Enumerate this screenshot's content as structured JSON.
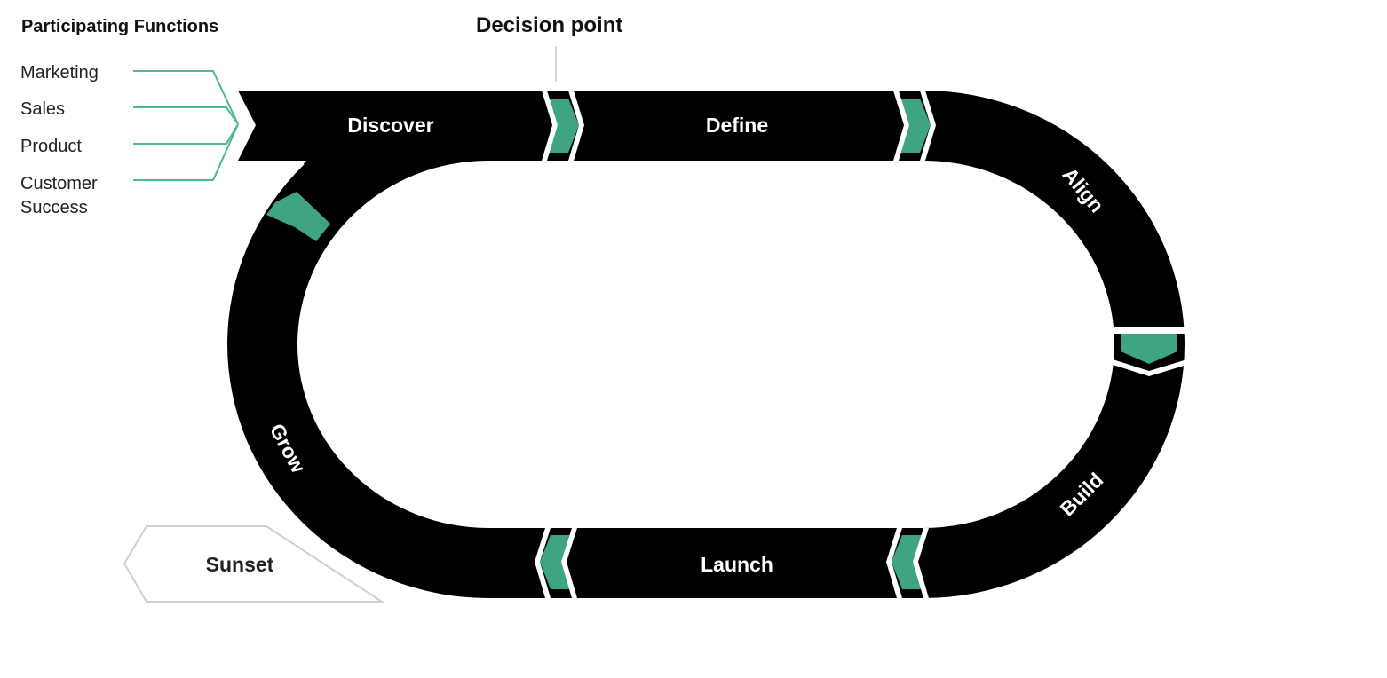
{
  "participating_functions": {
    "heading": "Participating Functions",
    "items": [
      "Marketing",
      "Sales",
      "Product",
      "Customer",
      "Success"
    ]
  },
  "decision_point": "Decision point",
  "stages": {
    "discover": "Discover",
    "define": "Define",
    "align": "Align",
    "build": "Build",
    "launch": "Launch",
    "grow": "Grow",
    "sunset": "Sunset"
  },
  "colors": {
    "track": "#000000",
    "connector": "#3fa482",
    "function_lines": "#4cb79a",
    "sunset_outline": "#d0d0d0"
  }
}
